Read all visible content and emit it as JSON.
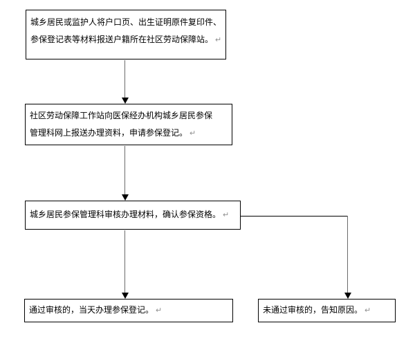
{
  "colors": {
    "box_border": "#000000",
    "text": "#000000",
    "arrow_shaft": "#6b6b6b",
    "arrow_head": "#000000",
    "connector_line": "#000000",
    "paragraph_mark": "#909090",
    "background": "#ffffff"
  },
  "flowchart": {
    "paragraph_mark": "↵",
    "boxes": [
      {
        "id": "step-submit-materials",
        "lines": [
          "城乡居民或监护人将户口页、出生证明原件复印件、",
          "参保登记表等材料报送户籍所在社区劳动保障站。"
        ]
      },
      {
        "id": "step-online-application",
        "lines": [
          "社区劳动保障工作站向医保经办机构城乡居民参保",
          "管理科网上报送办理资料，申请参保登记。"
        ]
      },
      {
        "id": "step-review",
        "lines": [
          "城乡居民参保管理科审核办理材料，确认参保资格。"
        ]
      },
      {
        "id": "step-approved-result",
        "lines": [
          "通过审核的，当天办理参保登记。"
        ]
      },
      {
        "id": "step-rejected-result",
        "lines": [
          "未通过审核的，告知原因。"
        ]
      }
    ]
  }
}
